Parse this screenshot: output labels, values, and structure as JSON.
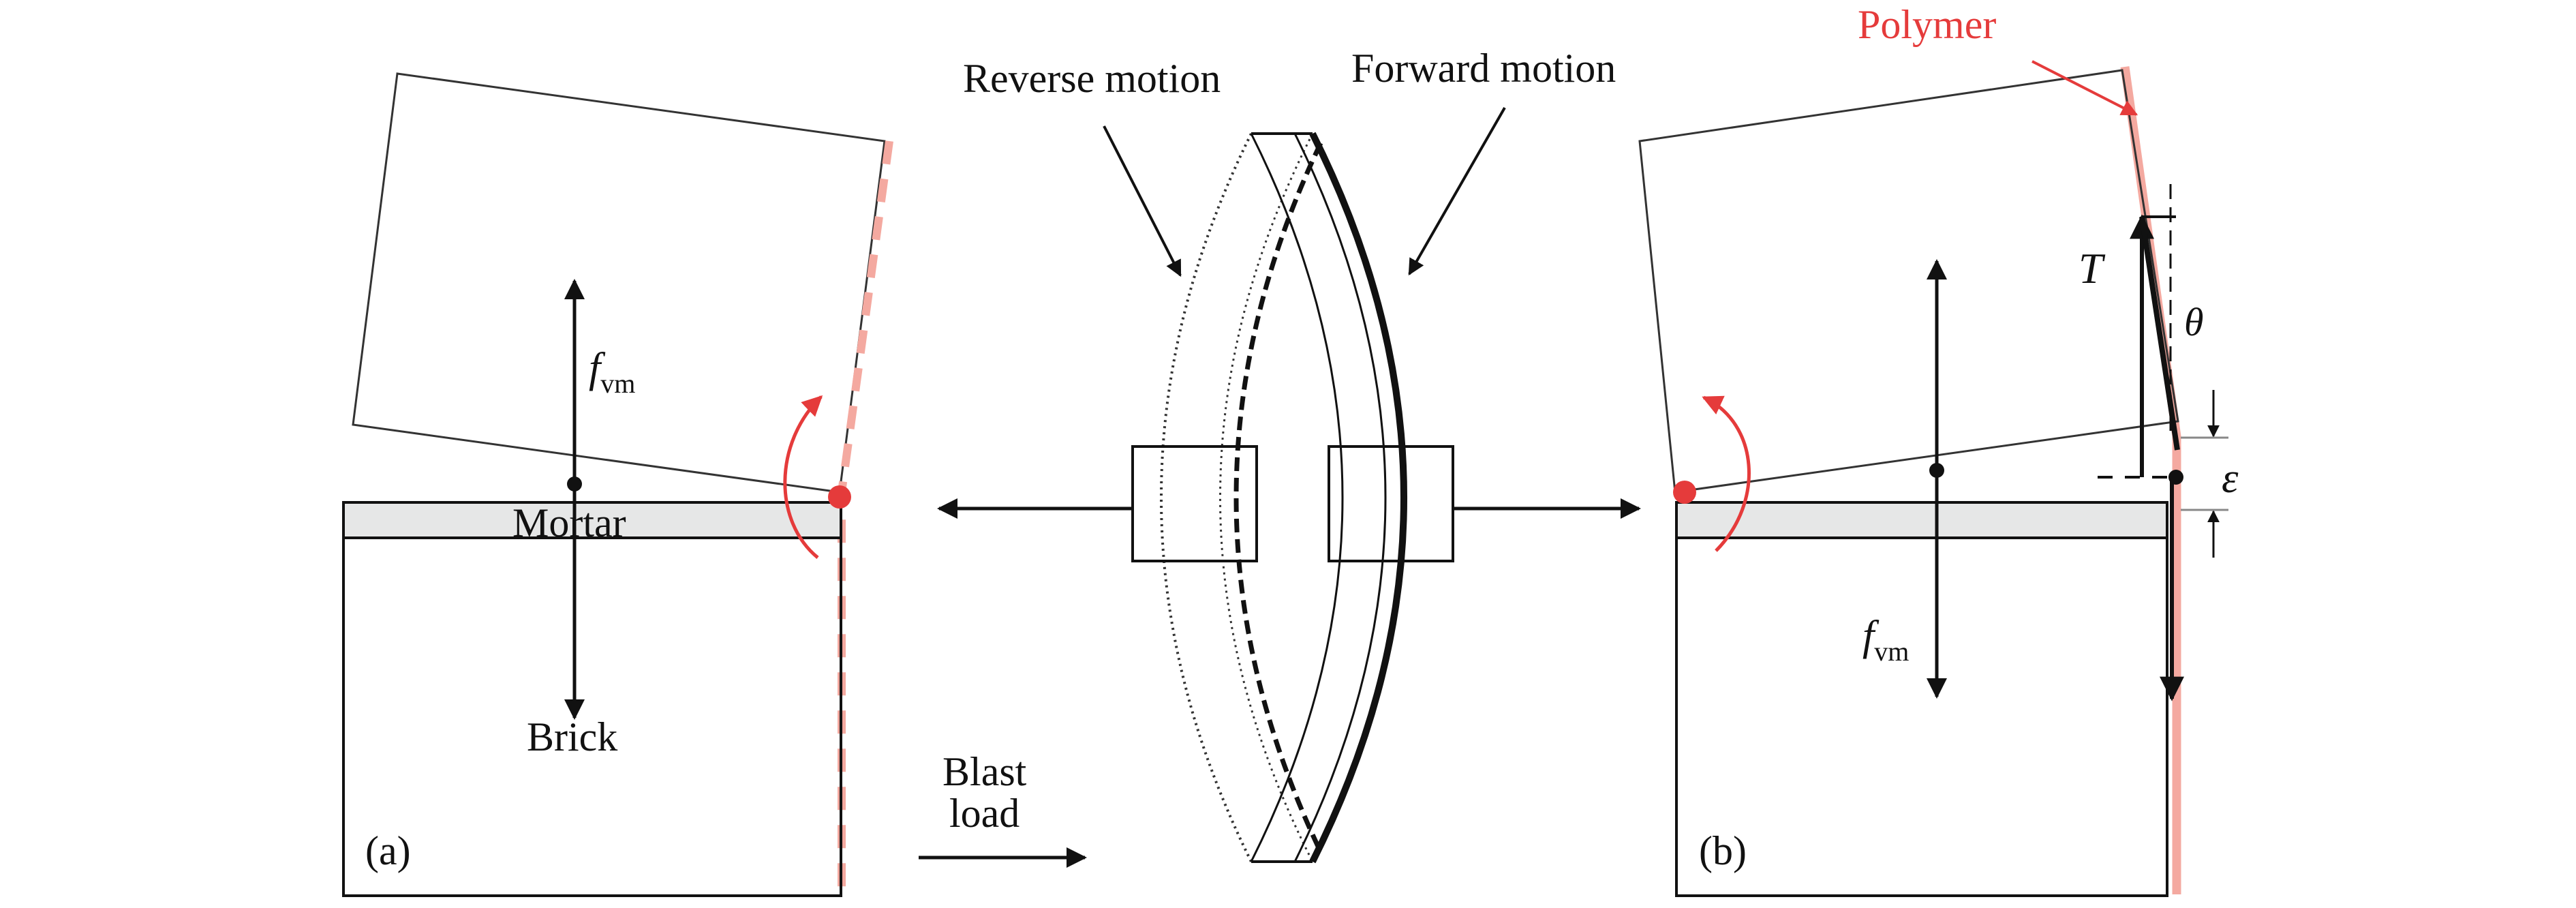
{
  "panel_a": {
    "tag": "(a)",
    "mortar_label": "Mortar",
    "brick_label": "Brick",
    "force_label": {
      "main": "f",
      "sub": "vm"
    }
  },
  "middle": {
    "reverse_label": "Reverse motion",
    "forward_label": "Forward motion",
    "blast_line1": "Blast",
    "blast_line2": "load"
  },
  "panel_b": {
    "tag": "(b)",
    "polymer_label": "Polymer",
    "tension_label": "T",
    "theta_label": "θ",
    "epsilon_label": "ε",
    "force_label": {
      "main": "f",
      "sub": "vm"
    }
  },
  "colors": {
    "polymer_red": "#e53b3b",
    "polymer_pink": "#f4a9a0",
    "mortar_fill": "#e6e7e7",
    "ink": "#111111"
  }
}
